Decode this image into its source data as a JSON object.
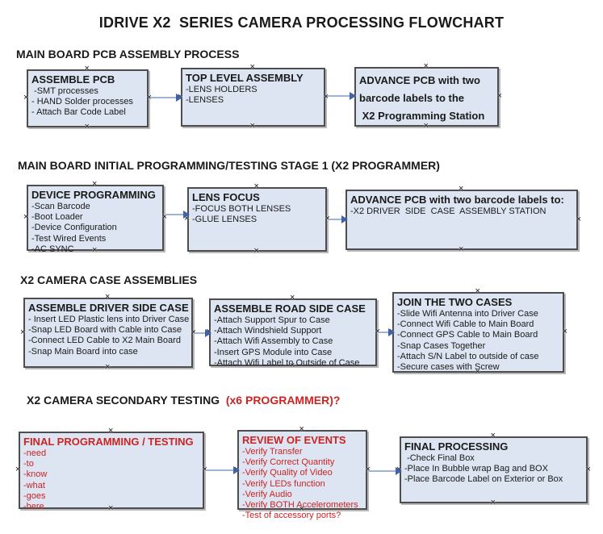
{
  "title": "IDRIVE X2  SERIES CAMERA PROCESSING FLOWCHART",
  "glyphs": {
    "handle": "×"
  },
  "colors": {
    "box_fill": "#dce5f1",
    "box_border": "#4d4d4d",
    "arrow_shaft": "#9db4d6",
    "arrow_head": "#3f62a8",
    "accent_red": "#cc2323"
  },
  "headings": {
    "s1": "MAIN BOARD PCB ASSEMBLY PROCESS",
    "s2": "MAIN BOARD INITIAL PROGRAMMING/TESTING STAGE 1 (X2 PROGRAMMER)",
    "s3": "X2 CAMERA CASE ASSEMBLIES",
    "s4_black": "X2 CAMERA SECONDARY TESTING ",
    "s4_red": " (x6 PROGRAMMER)?"
  },
  "boxes": {
    "assemble_pcb": {
      "title": "ASSEMBLE PCB",
      "items": [
        " -SMT processes",
        "- HAND Solder processes",
        "- Attach Bar Code Label"
      ]
    },
    "top_level_assembly": {
      "title": "TOP LEVEL ASSEMBLY",
      "items": [
        "-LENS HOLDERS",
        "-LENSES"
      ]
    },
    "advance_pcb_1": {
      "lines": [
        "ADVANCE PCB with two",
        "barcode labels to the",
        " X2 Programming Station"
      ]
    },
    "device_programming": {
      "title": "DEVICE PROGRAMMING",
      "items": [
        "-Scan Barcode",
        "-Boot Loader",
        "-Device Configuration",
        "-Test Wired Events",
        "-AC SYNC"
      ]
    },
    "lens_focus": {
      "title": "LENS FOCUS",
      "items": [
        "-FOCUS BOTH LENSES",
        "-GLUE LENSES"
      ]
    },
    "advance_pcb_2": {
      "title": "ADVANCE PCB with two barcode labels to:",
      "items": [
        "-X2 DRIVER  SIDE  CASE  ASSEMBLY STATION"
      ]
    },
    "assemble_driver_side": {
      "title": "ASSEMBLE DRIVER SIDE CASE",
      "items": [
        "- Insert LED Plastic lens into Driver Case",
        "-Snap LED Board with Cable into Case",
        "-Connect LED Cable to X2 Main Board",
        "-Snap Main Board into case"
      ]
    },
    "assemble_road_side": {
      "title": "ASSEMBLE ROAD SIDE CASE",
      "items": [
        "-Attach Support Spur to Case",
        "-Attach Windshield Support",
        "-Attach Wifi Assembly to Case",
        "-Insert GPS Module into Case",
        "-Attach Wifi Label to Outside of Case"
      ]
    },
    "join_two_cases": {
      "title": "JOIN THE TWO CASES",
      "items": [
        "-Slide Wifi Antenna into Driver Case",
        "-Connect Wifi Cable to Main Board",
        "-Connect GPS Cable to Main Board",
        "-Snap Cases Together",
        "-Attach S/N Label to outside of case",
        "-Secure cases with Screw"
      ]
    },
    "final_programming": {
      "title": "FINAL PROGRAMMING / TESTING",
      "items": [
        "-need",
        "-to",
        "-know",
        "-what",
        "-goes",
        "-here"
      ]
    },
    "review_of_events": {
      "title": "REVIEW OF EVENTS",
      "items": [
        "-Verify Transfer",
        "-Verify Correct Quantity",
        "-Verify Quality of Video",
        "-Verify LEDs function",
        "-Verify Audio",
        "-Verify BOTH Accelerometers",
        "-Test of accessory ports?"
      ]
    },
    "final_processing": {
      "title": "FINAL PROCESSING",
      "items": [
        " -Check Final Box",
        "-Place In Bubble wrap Bag and BOX",
        "-Place Barcode Label on Exterior or Box"
      ]
    }
  }
}
